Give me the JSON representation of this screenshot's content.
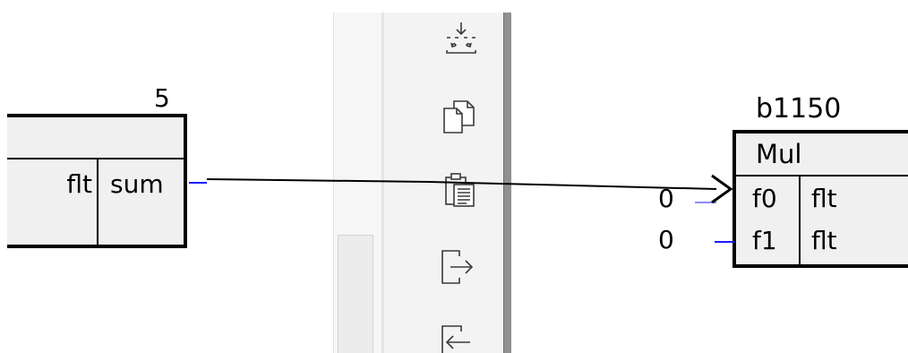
{
  "colors": {
    "block_fill": "#f0f0f0",
    "block_border": "#000000",
    "wire": "#000000",
    "port_stub": "#1a1aff",
    "toolbar_bg": "#f3f3f3",
    "toolbar_edge": "#909090"
  },
  "toolbar": {
    "tools": [
      {
        "icon": "import-arrows-icon"
      },
      {
        "icon": "copy-icon"
      },
      {
        "icon": "paste-icon"
      },
      {
        "icon": "export-icon"
      },
      {
        "icon": "import-icon"
      }
    ]
  },
  "blocks": {
    "left": {
      "count_label": "5",
      "output_port": {
        "type": "flt",
        "name": "sum"
      }
    },
    "right": {
      "name": "b1150",
      "operation": "Mul",
      "input_ports": [
        {
          "name": "f0",
          "type": "flt",
          "constant": "0"
        },
        {
          "name": "f1",
          "type": "flt",
          "constant": "0"
        }
      ]
    }
  }
}
